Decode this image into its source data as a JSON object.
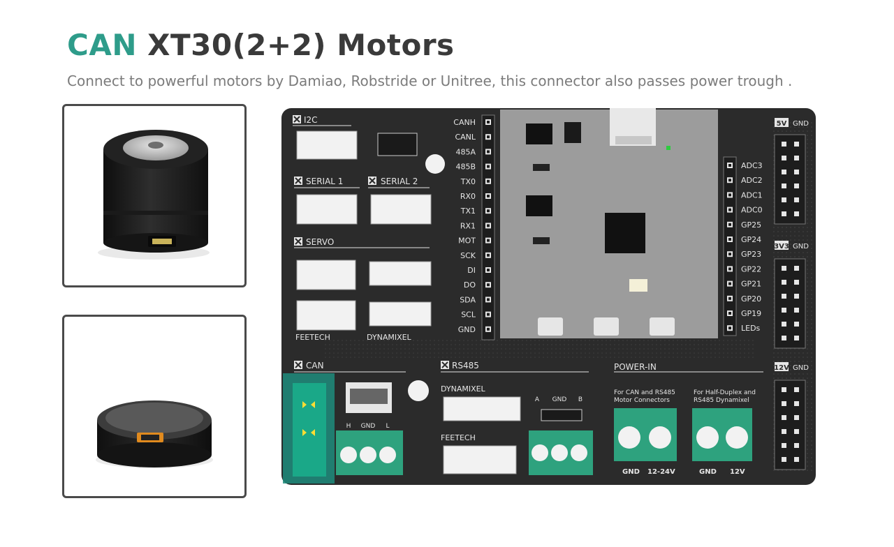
{
  "header": {
    "title_accent": "CAN",
    "title_rest": "XT30(2+2) Motors",
    "subtitle": "Connect to powerful motors by Damiao, Robstride or Unitree, this connector also passes power trough ."
  },
  "colors": {
    "accent": "#2e9c8a",
    "board": "#2b2b2b",
    "silk": "#e6e6e6",
    "highlight_box": "#1e8c7c",
    "terminal_green": "#1fae80"
  },
  "photos": [
    {
      "name": "tall-motor",
      "alt": "Tall cylindrical CAN motor"
    },
    {
      "name": "flat-motor",
      "alt": "Flat pancake CAN motor"
    }
  ],
  "board": {
    "sections": {
      "i2c": "I2C",
      "serial1": "SERIAL 1",
      "serial2": "SERIAL 2",
      "servo": "SERVO",
      "feetech": "FEETECH",
      "dynamixel": "DYNAMIXEL",
      "can": "CAN",
      "rs485": "RS485",
      "power_in": "POWER-IN",
      "dynamixel2": "DYNAMIXEL",
      "feetech2": "FEETECH"
    },
    "left_pins": [
      "CANH",
      "CANL",
      "485A",
      "485B",
      "TX0",
      "RX0",
      "TX1",
      "RX1",
      "MOT",
      "SCK",
      "DI",
      "DO",
      "SDA",
      "SCL",
      "GND"
    ],
    "right_pins": [
      "ADC3",
      "ADC2",
      "ADC1",
      "ADC0",
      "GP25",
      "GP24",
      "GP23",
      "GP22",
      "GP21",
      "GP20",
      "GP19",
      "LEDs"
    ],
    "rails": [
      {
        "volt": "5V",
        "gnd": "GND"
      },
      {
        "volt": "3V3",
        "gnd": "GND"
      },
      {
        "volt": "12V",
        "gnd": "GND"
      }
    ],
    "can_pins": [
      "H",
      "GND",
      "L"
    ],
    "rs485_pins": [
      "A",
      "GND",
      "B"
    ],
    "power_notes": [
      "For CAN and RS485",
      "Motor Connectors",
      "For Half-Duplex and",
      "RS485 Dynamixel"
    ],
    "power_terms": [
      {
        "a": "GND",
        "b": "12-24V"
      },
      {
        "a": "GND",
        "b": "12V"
      }
    ]
  }
}
